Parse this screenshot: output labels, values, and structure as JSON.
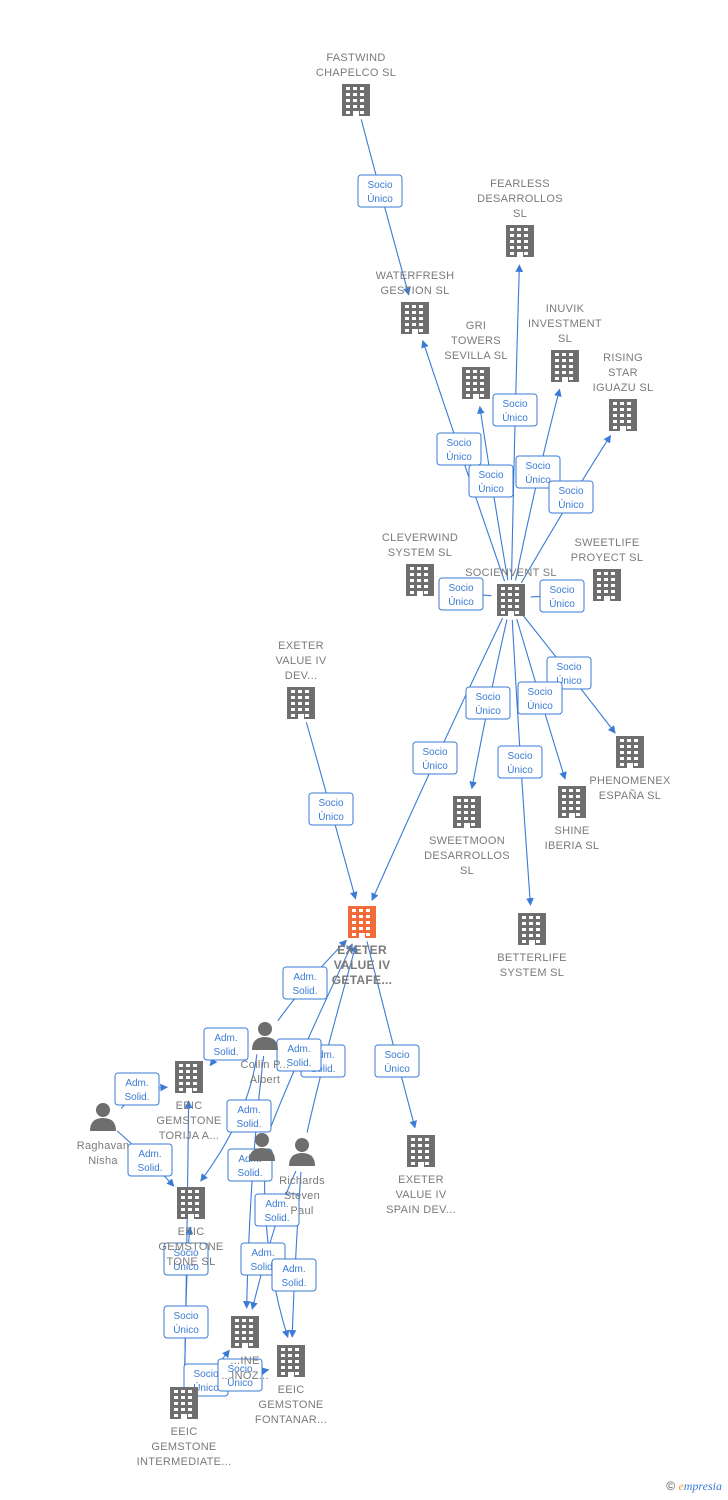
{
  "colors": {
    "edge": "#3a7bd5",
    "node": "#6e6e6e",
    "focus": "#f26c3a",
    "label": "#7a7a7a"
  },
  "nodes": [
    {
      "id": "fastwind",
      "type": "company",
      "label": [
        "FASTWIND",
        "CHAPELCO  SL"
      ]
    },
    {
      "id": "waterfresh",
      "type": "company",
      "label": [
        "WATERFRESH",
        "GESTION  SL"
      ]
    },
    {
      "id": "fearless",
      "type": "company",
      "label": [
        "FEARLESS",
        "DESARROLLOS",
        "SL"
      ]
    },
    {
      "id": "inuvik",
      "type": "company",
      "label": [
        "INUVIK",
        "INVESTMENT",
        "SL"
      ]
    },
    {
      "id": "gri",
      "type": "company",
      "label": [
        "GRI",
        "TOWERS",
        "SEVILLA  SL"
      ]
    },
    {
      "id": "rising",
      "type": "company",
      "label": [
        "RISING",
        "STAR",
        "IGUAZU SL"
      ]
    },
    {
      "id": "cleverwind",
      "type": "company",
      "label": [
        "CLEVERWIND",
        "SYSTEM  SL"
      ]
    },
    {
      "id": "socienvent",
      "type": "company",
      "label": [
        "SOCIENVENT SL"
      ]
    },
    {
      "id": "sweetlife",
      "type": "company",
      "label": [
        "SWEETLIFE",
        "PROYECT  SL"
      ]
    },
    {
      "id": "exeter_dev",
      "type": "company",
      "label": [
        "EXETER",
        "VALUE IV",
        "DEV..."
      ]
    },
    {
      "id": "phenomenex",
      "type": "company",
      "label": [
        "PHENOMENEX",
        "ESPAÑA  SL"
      ]
    },
    {
      "id": "shine",
      "type": "company",
      "label": [
        "SHINE",
        "IBERIA  SL"
      ]
    },
    {
      "id": "sweetmoon",
      "type": "company",
      "label": [
        "SWEETMOON",
        "DESARROLLOS",
        "SL"
      ]
    },
    {
      "id": "betterlife",
      "type": "company",
      "label": [
        "BETTERLIFE",
        "SYSTEM  SL"
      ]
    },
    {
      "id": "exeter_getafe",
      "type": "focus",
      "label": [
        "EXETER",
        "VALUE IV",
        "GETAFE..."
      ]
    },
    {
      "id": "exeter_spain",
      "type": "company",
      "label": [
        "EXETER",
        "VALUE IV",
        "SPAIN DEV..."
      ]
    },
    {
      "id": "collin",
      "type": "person",
      "label": [
        "Collin P...",
        "Albert"
      ]
    },
    {
      "id": "eeic_torija",
      "type": "company",
      "label": [
        "EEIC",
        "GEMSTONE",
        "TORIJA A..."
      ]
    },
    {
      "id": "raghavan",
      "type": "person",
      "label": [
        "Raghavan",
        "Nisha"
      ]
    },
    {
      "id": "person_mid",
      "type": "person",
      "label": []
    },
    {
      "id": "richards",
      "type": "person",
      "label": [
        "Richards",
        "Steven",
        "Paul"
      ]
    },
    {
      "id": "eeic_tone",
      "type": "company",
      "label": [
        "EEIC",
        "GEMSTONE",
        "TONE  SL"
      ]
    },
    {
      "id": "eeic_ine",
      "type": "company",
      "label": [
        "...INE",
        "...INOZ..."
      ]
    },
    {
      "id": "eeic_fontanar",
      "type": "company",
      "label": [
        "EEIC",
        "GEMSTONE",
        "FONTANAR..."
      ]
    },
    {
      "id": "eeic_intermediate",
      "type": "company",
      "label": [
        "EEIC",
        "GEMSTONE",
        "INTERMEDIATE..."
      ]
    }
  ],
  "edges": [
    {
      "from": "fastwind",
      "to": "waterfresh",
      "label": [
        "Socio",
        "Único"
      ]
    },
    {
      "from": "socienvent",
      "to": "waterfresh",
      "label": [
        "Socio",
        "Único"
      ]
    },
    {
      "from": "socienvent",
      "to": "fearless",
      "label": [
        "Socio",
        "Único"
      ]
    },
    {
      "from": "socienvent",
      "to": "gri",
      "label": [
        "Socio",
        "Único"
      ]
    },
    {
      "from": "socienvent",
      "to": "inuvik",
      "label": [
        "Socio",
        "Único"
      ]
    },
    {
      "from": "socienvent",
      "to": "rising",
      "label": [
        "Socio",
        "Único"
      ]
    },
    {
      "from": "socienvent",
      "to": "cleverwind",
      "label": [
        "Socio",
        "Único"
      ]
    },
    {
      "from": "socienvent",
      "to": "sweetlife",
      "label": [
        "Socio",
        "Único"
      ]
    },
    {
      "from": "socienvent",
      "to": "phenomenex",
      "label": [
        "Socio",
        "Único"
      ]
    },
    {
      "from": "socienvent",
      "to": "shine",
      "label": [
        "Socio",
        "Único"
      ]
    },
    {
      "from": "socienvent",
      "to": "sweetmoon",
      "label": [
        "Socio",
        "Único"
      ]
    },
    {
      "from": "socienvent",
      "to": "betterlife",
      "label": [
        "Socio",
        "Único"
      ]
    },
    {
      "from": "socienvent",
      "to": "exeter_getafe",
      "label": [
        "Socio",
        "Único"
      ]
    },
    {
      "from": "exeter_dev",
      "to": "exeter_getafe",
      "label": [
        "Socio",
        "Único"
      ]
    },
    {
      "from": "exeter_getafe",
      "to": "exeter_spain",
      "label": [
        "Socio",
        "Único"
      ]
    },
    {
      "from": "collin",
      "to": "exeter_getafe",
      "label": [
        "Adm.",
        "Solid."
      ]
    },
    {
      "from": "richards",
      "to": "exeter_getafe",
      "label": [
        "Adm.",
        "Solid."
      ]
    },
    {
      "from": "person_mid",
      "to": "exeter_getafe",
      "label": [
        "Adm.",
        "Solid."
      ]
    },
    {
      "from": "collin",
      "to": "eeic_torija",
      "label": [
        "Adm.",
        "Solid."
      ]
    },
    {
      "from": "raghavan",
      "to": "eeic_torija",
      "label": [
        "Adm.",
        "Solid."
      ]
    },
    {
      "from": "raghavan",
      "to": "eeic_tone",
      "label": [
        "Adm.",
        "Solid."
      ]
    },
    {
      "from": "collin",
      "to": "eeic_tone",
      "label": [
        "Adm.",
        "Solid."
      ]
    },
    {
      "from": "collin",
      "to": "eeic_ine",
      "label": [
        "Adm.",
        "Solid."
      ]
    },
    {
      "from": "richards",
      "to": "eeic_ine",
      "label": [
        "Adm.",
        "Solid."
      ]
    },
    {
      "from": "person_mid",
      "to": "eeic_fontanar",
      "label": [
        "Adm.",
        "Solid."
      ]
    },
    {
      "from": "richards",
      "to": "eeic_fontanar",
      "label": [
        "Adm.",
        "Solid."
      ]
    },
    {
      "from": "eeic_intermediate",
      "to": "eeic_tone",
      "label": [
        "Socio",
        "Único"
      ]
    },
    {
      "from": "eeic_intermediate",
      "to": "eeic_torija",
      "label": [
        "Socio",
        "Único"
      ]
    },
    {
      "from": "eeic_intermediate",
      "to": "eeic_ine",
      "label": [
        "Socio",
        "Único"
      ]
    },
    {
      "from": "eeic_intermediate",
      "to": "eeic_fontanar",
      "label": [
        "Socio",
        "Único"
      ]
    }
  ],
  "footer": {
    "copyright": "©",
    "brand_initial": "e",
    "brand_rest": "mpresia"
  }
}
